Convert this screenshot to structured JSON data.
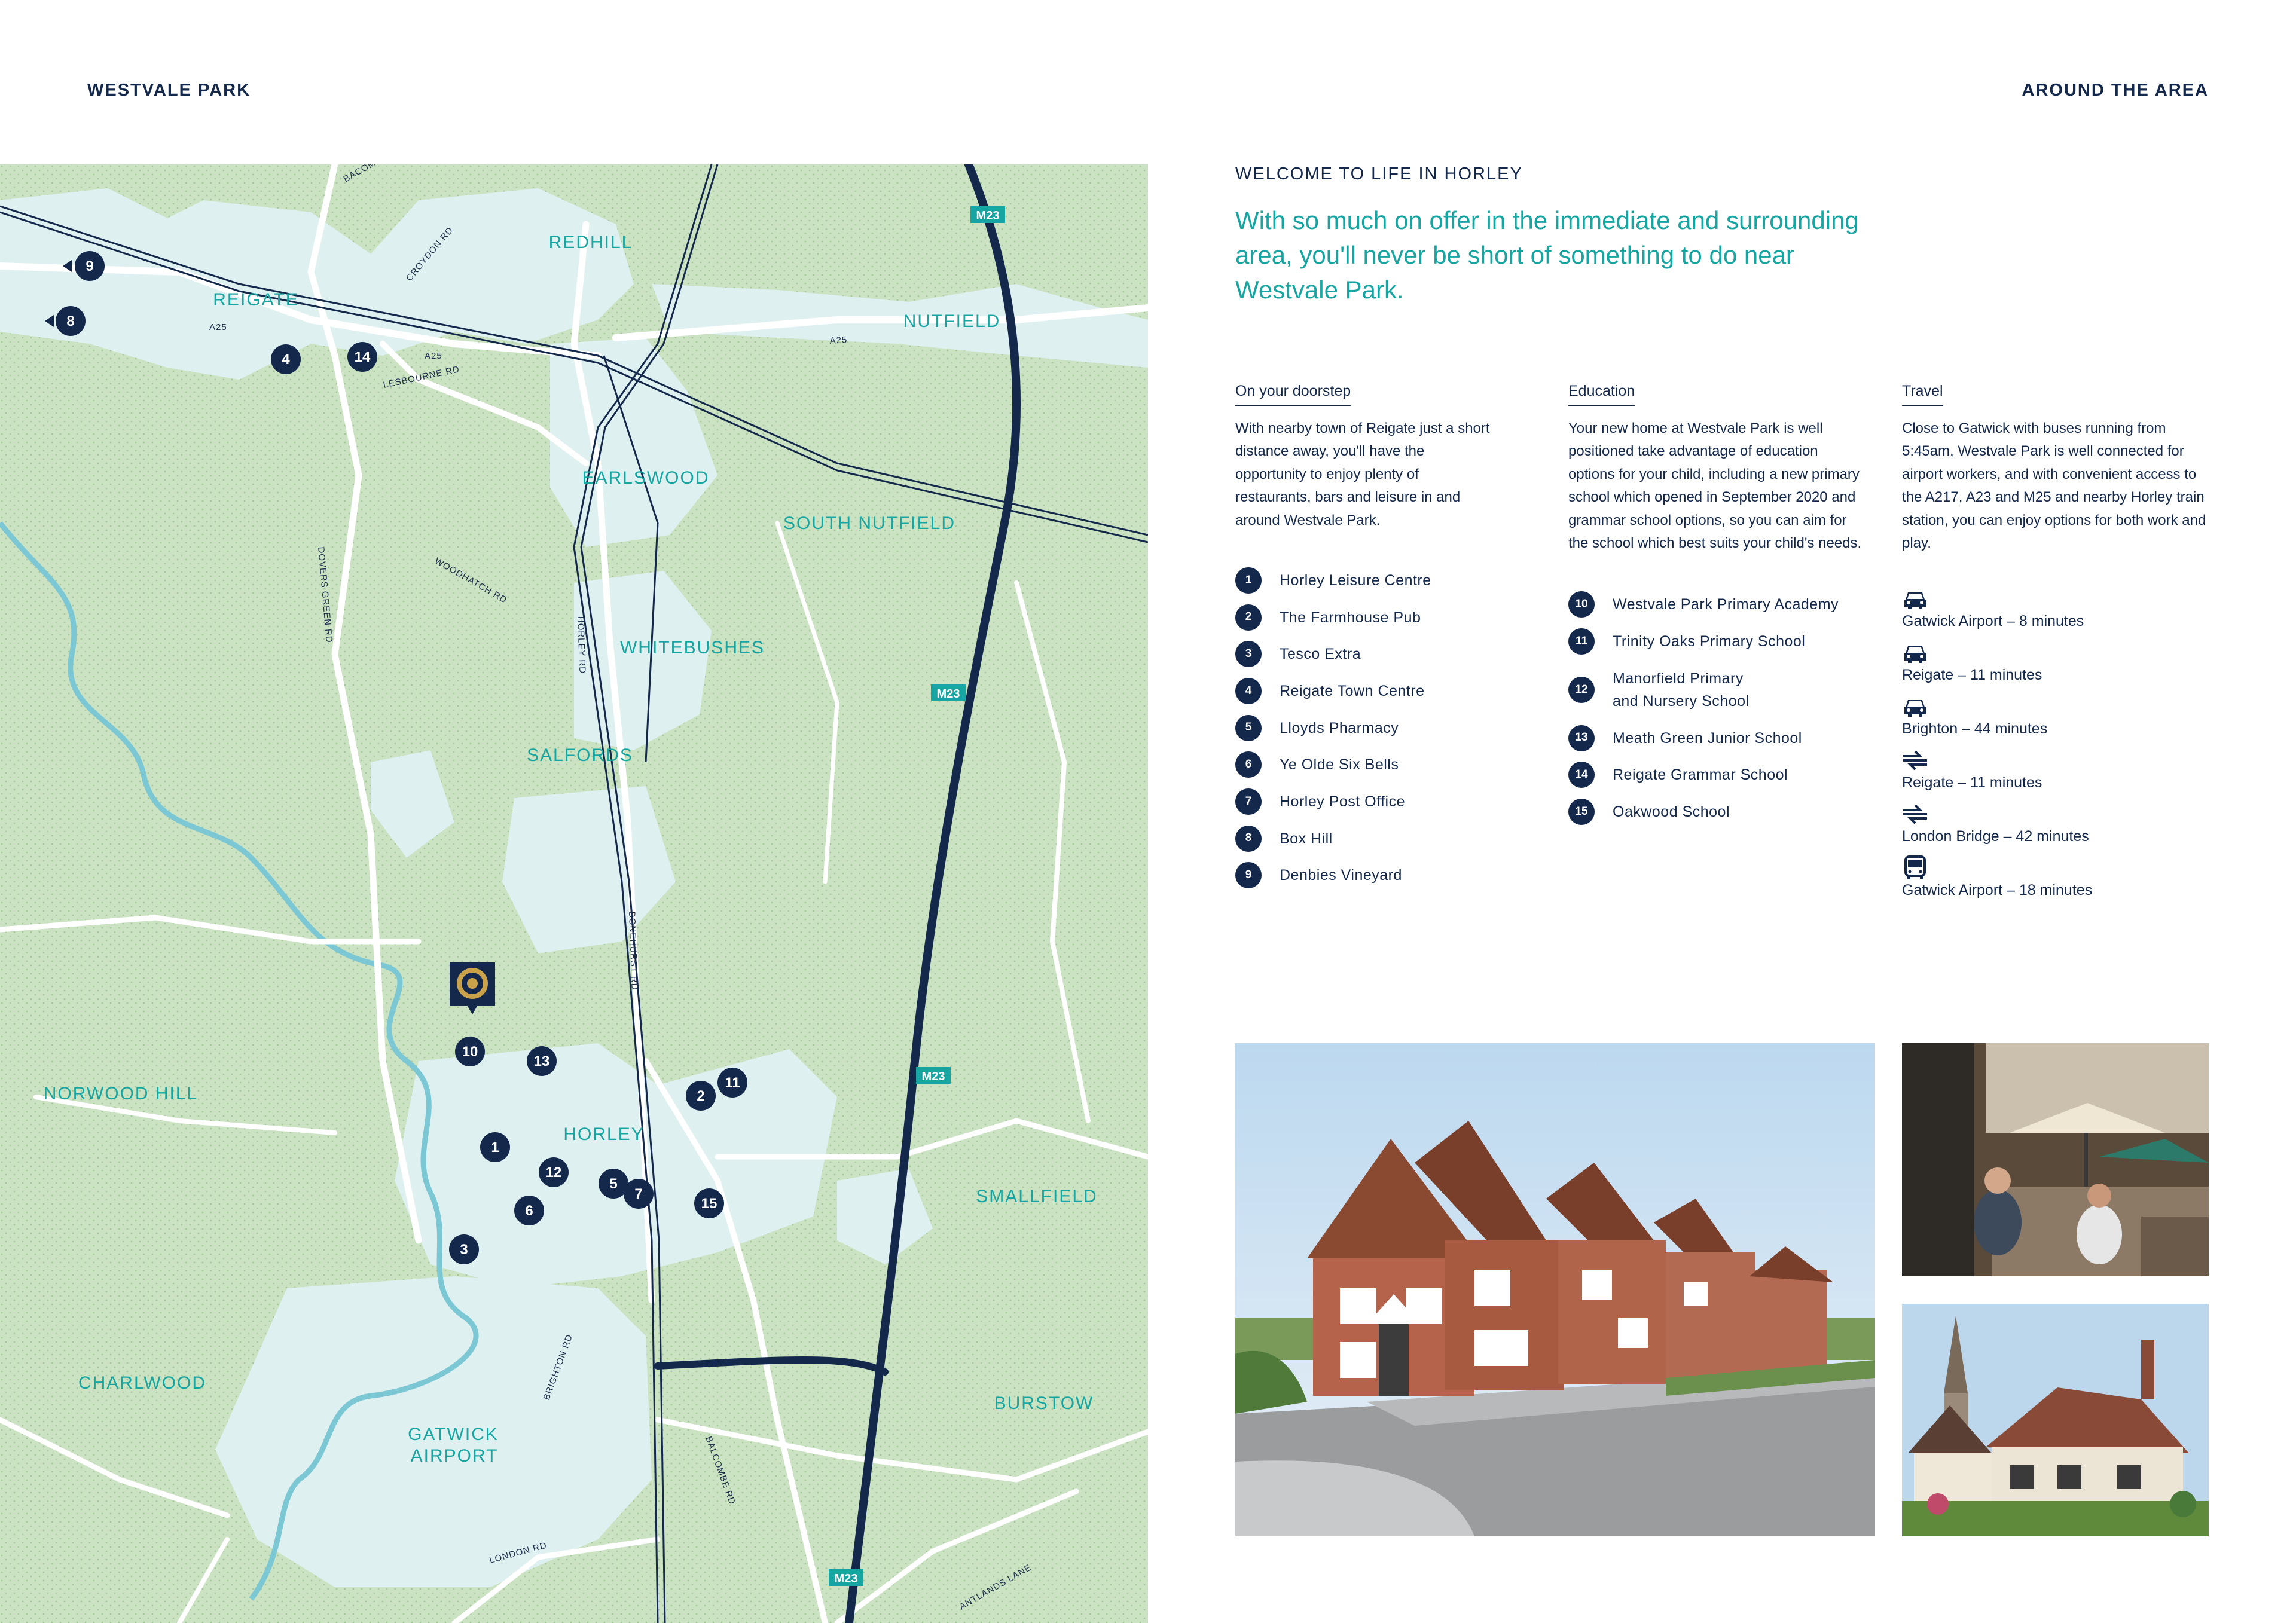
{
  "header": {
    "brand": "WESTVALE PARK",
    "section": "AROUND THE AREA"
  },
  "intro": {
    "kicker": "WELCOME TO LIFE IN HORLEY",
    "lead": "With so much on offer in the immediate and surrounding area, you'll never be short of something to do near Westvale Park."
  },
  "doorstep": {
    "heading": "On your doorstep",
    "body": "With nearby town of Reigate just a short distance away, you'll have the opportunity to enjoy plenty of restaurants, bars and leisure in and around Westvale Park.",
    "items": [
      {
        "num": "1",
        "label": "Horley Leisure Centre"
      },
      {
        "num": "2",
        "label": "The Farmhouse Pub"
      },
      {
        "num": "3",
        "label": "Tesco Extra"
      },
      {
        "num": "4",
        "label": "Reigate Town Centre"
      },
      {
        "num": "5",
        "label": "Lloyds Pharmacy"
      },
      {
        "num": "6",
        "label": "Ye Olde Six Bells"
      },
      {
        "num": "7",
        "label": "Horley Post Office"
      },
      {
        "num": "8",
        "label": "Box Hill"
      },
      {
        "num": "9",
        "label": "Denbies Vineyard"
      }
    ]
  },
  "education": {
    "heading": "Education",
    "body": "Your new home at Westvale Park is well positioned take advantage of education options for your child, including a new primary school which opened in September 2020 and grammar school options, so you can aim for the school which best suits your child's needs.",
    "items": [
      {
        "num": "10",
        "label": "Westvale Park Primary Academy"
      },
      {
        "num": "11",
        "label": "Trinity Oaks Primary School"
      },
      {
        "num": "12",
        "label": "Manorfield Primary",
        "label2": "and Nursery School"
      },
      {
        "num": "13",
        "label": "Meath Green Junior School"
      },
      {
        "num": "14",
        "label": "Reigate Grammar School"
      },
      {
        "num": "15",
        "label": "Oakwood School"
      }
    ]
  },
  "travel": {
    "heading": "Travel",
    "body": "Close to Gatwick with buses running from 5:45am, Westvale Park is well connected for airport workers, and with convenient access to the A217, A23 and M25 and nearby Horley train station, you can enjoy options for both work and play.",
    "items": [
      {
        "icon": "car-icon",
        "label": "Gatwick Airport – 8 minutes"
      },
      {
        "icon": "car-icon",
        "label": "Reigate – 11 minutes"
      },
      {
        "icon": "car-icon",
        "label": "Brighton – 44 minutes"
      },
      {
        "icon": "train-icon",
        "label": "Reigate – 11 minutes"
      },
      {
        "icon": "train-icon",
        "label": "London Bridge – 42 minutes"
      },
      {
        "icon": "bus-icon",
        "label": "Gatwick Airport – 18 minutes"
      }
    ]
  },
  "map": {
    "places": {
      "redhill": "REDHILL",
      "reigate": "REIGATE",
      "nutfield": "NUTFIELD",
      "earlswood": "EARLSWOOD",
      "south_nutfield": "SOUTH NUTFIELD",
      "whitebushes": "WHITEBUSHES",
      "salfords": "SALFORDS",
      "norwood_hill": "NORWOOD HILL",
      "horley": "HORLEY",
      "smallfield": "SMALLFIELD",
      "charlwood": "CHARLWOOD",
      "burstow": "BURSTOW",
      "gatwick_1": "GATWICK",
      "gatwick_2": "AIRPORT"
    },
    "roads": {
      "bacombe": "BACOMBE",
      "croydon": "CROYDON RD",
      "a25_1": "A25",
      "a25_2": "A25",
      "a25_3": "A25",
      "lesbourne": "LESBOURNE RD",
      "woodhatch": "WOODHATCH RD",
      "dovers": "DOVERS GREEN RD",
      "horley_rd": "HORLEY RD",
      "bonehurst": "BONEHURST RD",
      "brighton": "BRIGHTON RD",
      "balcombe": "BALCOMBE RD",
      "antlands": "ANTLANDS LANE",
      "london": "LONDON RD"
    },
    "motorway": "M23",
    "markers": {
      "m1": "1",
      "m2": "2",
      "m3": "3",
      "m4": "4",
      "m5": "5",
      "m6": "6",
      "m7": "7",
      "m8": "8",
      "m9": "9",
      "m10": "10",
      "m11": "11",
      "m12": "12",
      "m13": "13",
      "m14": "14",
      "m15": "15"
    }
  },
  "colors": {
    "navy": "#14284b",
    "teal": "#16a5a0",
    "map_green": "#cbe3c3",
    "map_urban": "#dff0f1",
    "river": "#7cc7d4"
  }
}
